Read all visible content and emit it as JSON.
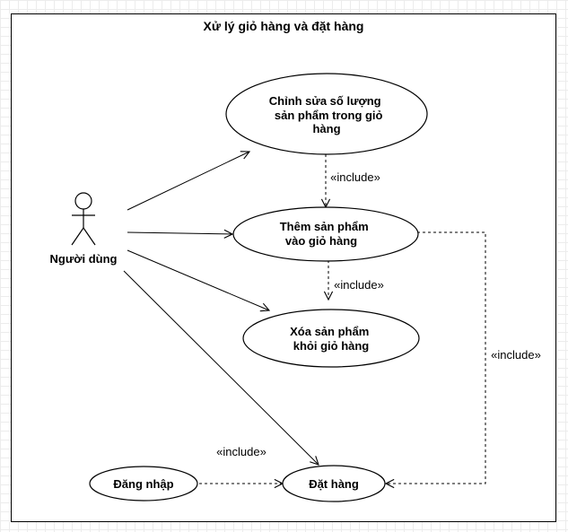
{
  "diagram": {
    "title": "Xử lý giỏ hàng và đặt hàng",
    "actor": {
      "label": "Người dùng"
    },
    "use_cases": {
      "edit_quantity": [
        "Chỉnh sửa số lượng",
        "sản phẩm trong giỏ",
        "hàng"
      ],
      "add_product": [
        "Thêm sản phẩm",
        "vào giỏ hàng"
      ],
      "remove_product": [
        "Xóa sản phẩm",
        "khỏi giỏ hàng"
      ],
      "login": [
        "Đăng nhập"
      ],
      "place_order": [
        "Đặt hàng"
      ]
    },
    "relations": {
      "include_1": "«include»",
      "include_2": "«include»",
      "include_3": "«include»",
      "include_4": "«include»"
    }
  }
}
